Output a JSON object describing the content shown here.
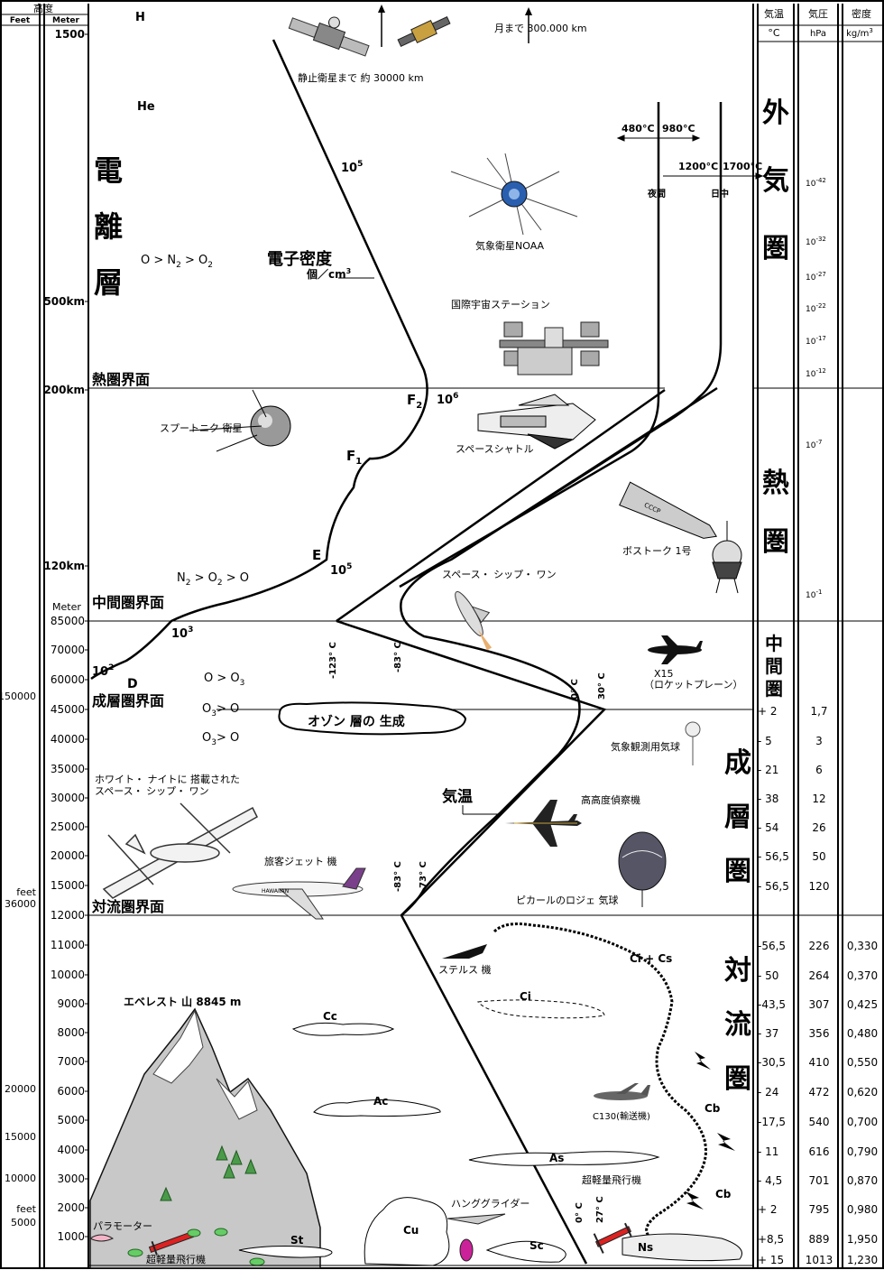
{
  "header": {
    "altitude_title": "高度",
    "feet_label": "Feet",
    "meter_label": "Meter",
    "temp_title": "気温",
    "temp_unit": "°C",
    "pressure_title": "気圧",
    "pressure_unit": "hPa",
    "density_title": "密度",
    "density_unit": "kg/m",
    "density_unit_sup": "3"
  },
  "meter_axis": {
    "upper_ticks": [
      "1500",
      "500km",
      "200km",
      "120km"
    ],
    "meter_word": "Meter",
    "lower_ticks": [
      "85000",
      "70000",
      "60000",
      "45000",
      "40000",
      "35000",
      "30000",
      "25000",
      "20000",
      "15000",
      "12000",
      "11000",
      "10000",
      "9000",
      "8000",
      "7000",
      "6000",
      "5000",
      "4000",
      "3000",
      "2000",
      "1000"
    ]
  },
  "feet_axis": {
    "ticks": [
      "150000",
      "feet",
      "36000",
      "20000",
      "15000",
      "10000",
      "feet",
      "5000"
    ]
  },
  "boundaries": {
    "thermopause": "熱圏界面",
    "mesopause": "中間圏界面",
    "stratopause": "成層圏界面",
    "tropopause": "対流圏界面"
  },
  "layers": {
    "exosphere": [
      "外",
      "気",
      "圏"
    ],
    "thermosphere": [
      "熱",
      "圏"
    ],
    "mesosphere": [
      "中",
      "間",
      "圏"
    ],
    "stratosphere": [
      "成",
      "層",
      "圏"
    ],
    "troposphere": [
      "対",
      "流",
      "圏"
    ],
    "ionosphere": [
      "電",
      "離",
      "層"
    ]
  },
  "temperature_values": [
    "+ 2",
    "- 5",
    "- 21",
    "- 38",
    "- 54",
    "- 56,5",
    "- 56,5",
    "-56,5",
    "- 50",
    "-43,5",
    "- 37",
    "-30,5",
    "- 24",
    "-17,5",
    "- 11",
    "- 4,5",
    "+ 2",
    "+8,5",
    "+ 15"
  ],
  "pressure_values": [
    "1,7",
    "3",
    "6",
    "12",
    "26",
    "50",
    "120",
    "226",
    "264",
    "307",
    "356",
    "410",
    "472",
    "540",
    "616",
    "701",
    "795",
    "889",
    "1013"
  ],
  "density_values": [
    "0,330",
    "0,370",
    "0,425",
    "0,480",
    "0,550",
    "0,620",
    "0,700",
    "0,790",
    "0,870",
    "0,980",
    "1,950",
    "1,230"
  ],
  "density_upper": [
    {
      "base": "10",
      "exp": "-42"
    },
    {
      "base": "10",
      "exp": "-32"
    },
    {
      "base": "10",
      "exp": "-27"
    },
    {
      "base": "10",
      "exp": "-22"
    },
    {
      "base": "10",
      "exp": "-17"
    },
    {
      "base": "10",
      "exp": "-12"
    },
    {
      "base": "10",
      "exp": "-7"
    },
    {
      "base": "10",
      "exp": "-1"
    }
  ],
  "electron": {
    "title": "電子密度",
    "unit": "個／cm",
    "unit_sup": "3",
    "labels": [
      {
        "base": "10",
        "exp": "5"
      },
      {
        "base": "10",
        "exp": "6"
      },
      {
        "base": "10",
        "exp": "5"
      },
      {
        "base": "10",
        "exp": "3"
      },
      {
        "base": "10",
        "exp": "2"
      }
    ],
    "regions": {
      "F2": "F",
      "F2_sub": "2",
      "F1": "F",
      "F1_sub": "1",
      "E": "E",
      "D": "D"
    }
  },
  "chemistry": {
    "H": "H",
    "He": "He",
    "o_n2_o2": "O > N",
    "o_n2_o2_sub": "2",
    "o_n2_o2_tail": " > O",
    "o_n2_o2_tail_sub": "2",
    "n2_o2_o": "N",
    "n2_o2_o_sub": "2",
    "n2_o2_o_mid": " > O",
    "n2_o2_o_mid_sub": "2",
    "n2_o2_o_tail": " > O",
    "o_o3": "O > O",
    "o_o3_sub": "3",
    "o3_o_1": "O",
    "o3_o_1_sub": "3",
    "o3_o_1_tail": "> O",
    "o3_o_2": "O",
    "o3_o_2_sub": "3",
    "o3_o_2_tail": "> O"
  },
  "temperature_curve": {
    "label": "気温",
    "m123": "-123° C",
    "m83_upper": "-83° C",
    "p0_upper": "0° C",
    "p30": "30° C",
    "m83_lower": "-83° C",
    "m73": "-73° C",
    "p0_lower": "0° C",
    "p27": "27° C",
    "night_temps": "480°C",
    "day_temps": "980°C",
    "night_temps2": "1200°C",
    "day_temps2": "1700°C",
    "night": "夜間",
    "day": "日中"
  },
  "objects": {
    "geo_sat": "静止衛星まで 約 30000 km",
    "moon": "月まで  300.000 km",
    "noaa": "気象衛星NOAA",
    "iss": "国際宇宙ステーション",
    "sputnik": "スプートニク 衛星",
    "shuttle": "スペースシャトル",
    "vostok": "ボストーク 1号",
    "ss1": "スペース・ シップ・ ワン",
    "x15": "X15",
    "x15_sub": "（ロケットプレーン）",
    "ozone": "オゾン 層の 生成",
    "balloon": "気象観測用気球",
    "white_knight_1": "ホワイト・ ナイトに 搭載された",
    "white_knight_2": "スペース・ シップ・ ワン",
    "recon": "高高度偵察機",
    "jet": "旅客ジェット 機",
    "piccard": "ピカールのロジェ 気球",
    "stealth": "ステルス 機",
    "everest": "エベレスト 山  8845 m",
    "c130": "C130(輸送機)",
    "hang_glider": "ハンググライダー",
    "ultralight_right": "超軽量飛行機",
    "paramotor": "パラモーター",
    "ultralight_left": "超軽量飛行機"
  },
  "clouds": {
    "ci_cs": "Ci + Cs",
    "ci": "Ci",
    "cc": "Cc",
    "ac": "Ac",
    "as": "As",
    "cb1": "Cb",
    "cb2": "Cb",
    "st": "St",
    "cu": "Cu",
    "sc": "Sc",
    "ns": "Ns"
  }
}
